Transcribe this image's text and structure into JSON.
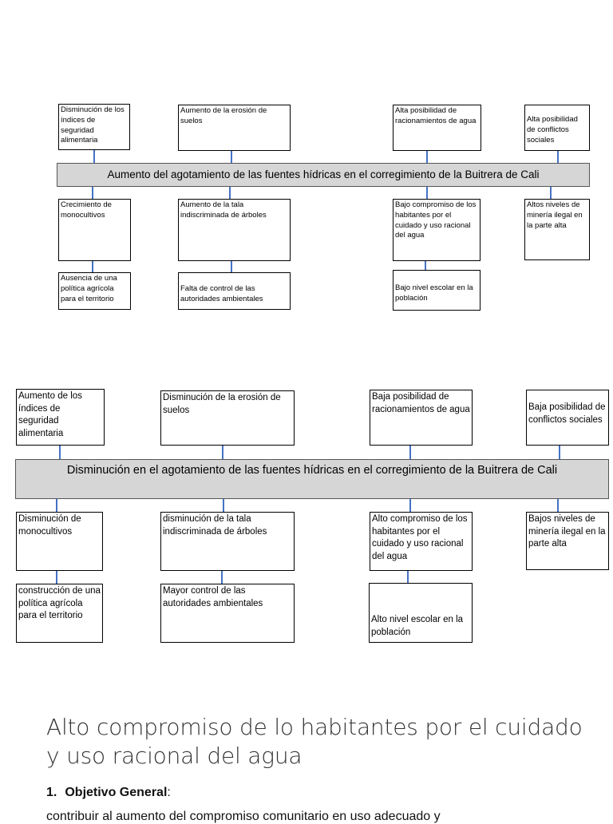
{
  "tree_1": {
    "center": "Aumento del agotamiento  de las fuentes hídricas en el corregimiento de la Buitrera de Cali",
    "effects": [
      "Disminución de los índices de seguridad alimentaria",
      "Aumento de la erosión de suelos",
      "Alta posibilidad de racionamientos de agua",
      "Alta posibilidad de conflictos sociales"
    ],
    "causes": [
      "Crecimiento  de monocultivos",
      "Aumento de la tala indiscriminada de árboles",
      "Bajo compromiso de los habitantes por el cuidado y uso racional del agua",
      "Altos niveles de minería ilegal en la parte alta"
    ],
    "root_causes": [
      "Ausencia de una política agrícola para el territorio",
      "Falta de control de las autoridades ambientales",
      "Bajo nivel escolar en la población"
    ]
  },
  "tree_2": {
    "center": "Disminución en el agotamiento  de las fuentes hídricas en el corregimiento de la Buitrera de Cali",
    "ends": [
      "Aumento de los índices de seguridad alimentaria",
      "Disminución de la erosión de suelos",
      "Baja posibilidad de racionamientos de agua",
      "Baja posibilidad de conflictos sociales"
    ],
    "means": [
      "Disminución  de monocultivos",
      "disminución de la tala indiscriminada de árboles",
      "Alto compromiso de los habitantes por el cuidado y uso racional del agua",
      "Bajos niveles de minería ilegal en la parte alta"
    ],
    "root_means": [
      "construcción de una política agrícola para el territorio",
      " Mayor control de las autoridades ambientales",
      "Alto nivel escolar en la población"
    ]
  },
  "section": {
    "heading": "Alto compromiso de lo habitantes por el cuidado y uso racional del agua",
    "objective_number": "1.",
    "objective_label": "Objetivo General",
    "objective_colon": ":",
    "objective_text_cut": "contribuir al aumento del compromiso comunitario en uso adecuado y"
  }
}
